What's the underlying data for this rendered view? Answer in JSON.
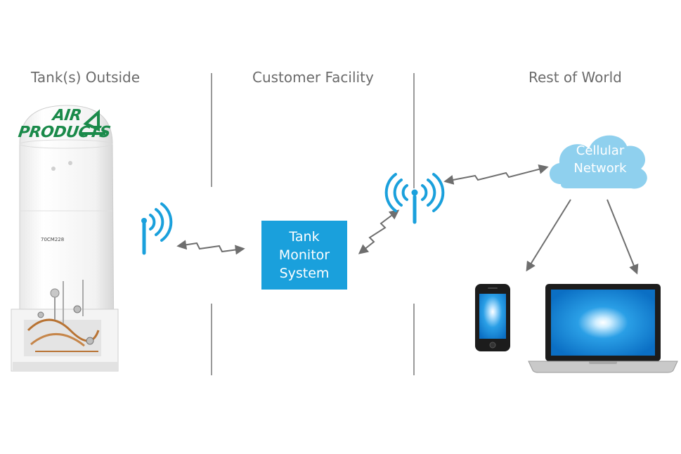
{
  "sections": {
    "tanks_outside": "Tank(s) Outside",
    "customer_facility": "Customer Facility",
    "rest_of_world": "Rest of World"
  },
  "tank": {
    "brand_line1": "AIR",
    "brand_line2": "PRODUCTS",
    "id_label": "70CM228"
  },
  "monitor_box": {
    "line1": "Tank",
    "line2": "Monitor",
    "line3": "System"
  },
  "cloud": {
    "line1": "Cellular",
    "line2": "Network"
  },
  "colors": {
    "accent_blue": "#1aa0dc",
    "cloud_blue": "#8fd0ee",
    "brand_green": "#1a8a4a",
    "divider_gray": "#9a9a9a",
    "text_gray": "#6b6b6b",
    "arrow_gray": "#6e6e6e"
  },
  "icons": [
    "wireless-antenna-icon",
    "cloud-icon",
    "smartphone-icon",
    "laptop-icon",
    "tank-icon"
  ]
}
